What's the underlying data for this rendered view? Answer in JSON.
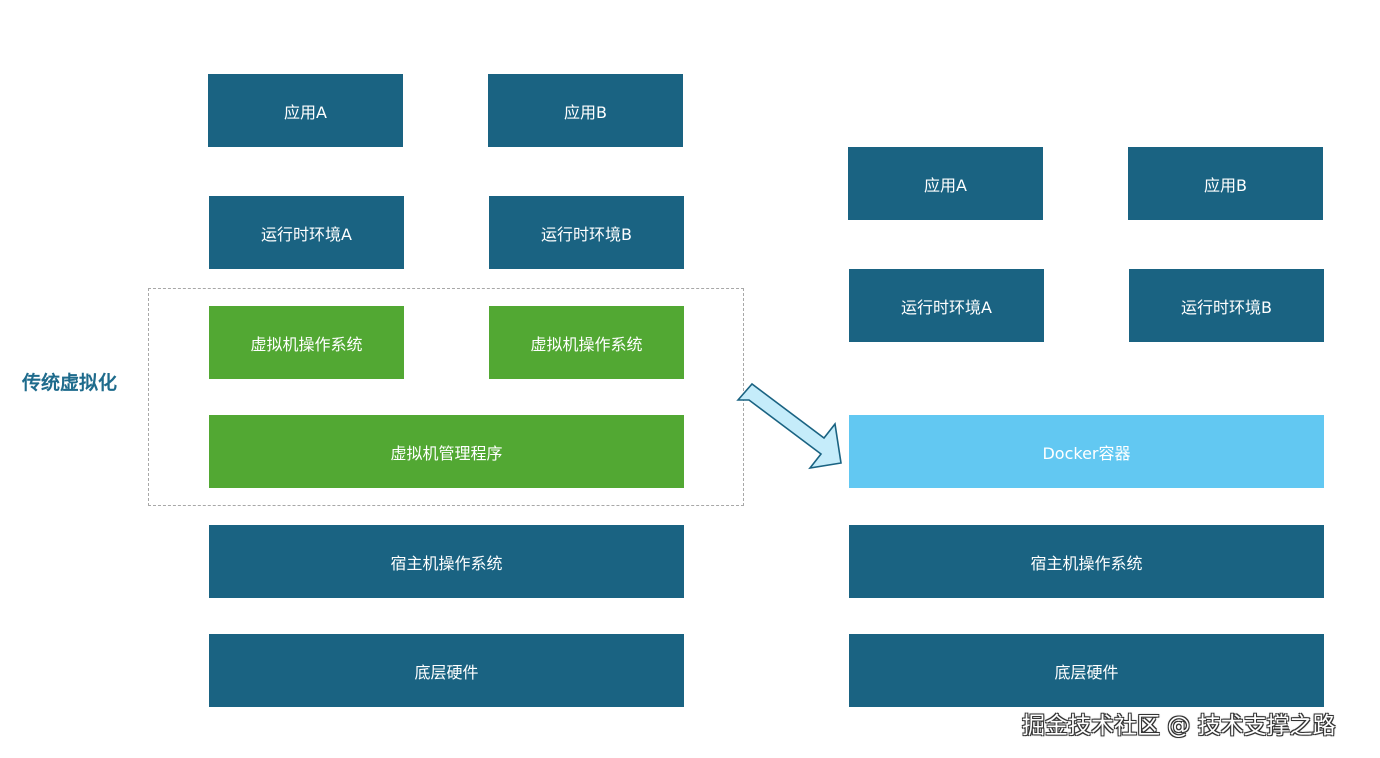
{
  "side_label": "传统虚拟化",
  "left_stack": {
    "app_a": "应用A",
    "app_b": "应用B",
    "runtime_a": "运行时环境A",
    "runtime_b": "运行时环境B",
    "guest_os_a": "虚拟机操作系统",
    "guest_os_b": "虚拟机操作系统",
    "hypervisor": "虚拟机管理程序",
    "host_os": "宿主机操作系统",
    "hardware": "底层硬件"
  },
  "right_stack": {
    "app_a": "应用A",
    "app_b": "应用B",
    "runtime_a": "运行时环境A",
    "runtime_b": "运行时环境B",
    "docker": "Docker容器",
    "host_os": "宿主机操作系统",
    "hardware": "底层硬件"
  },
  "watermark": "掘金技术社区 @ 技术支撑之路",
  "colors": {
    "dark_box": "#1a6382",
    "vm_box": "#52a833",
    "docker_box": "#62c8f2",
    "label_text": "#1e6b8c",
    "arrow_fill": "#c5ecfa",
    "arrow_stroke": "#1a6382"
  }
}
